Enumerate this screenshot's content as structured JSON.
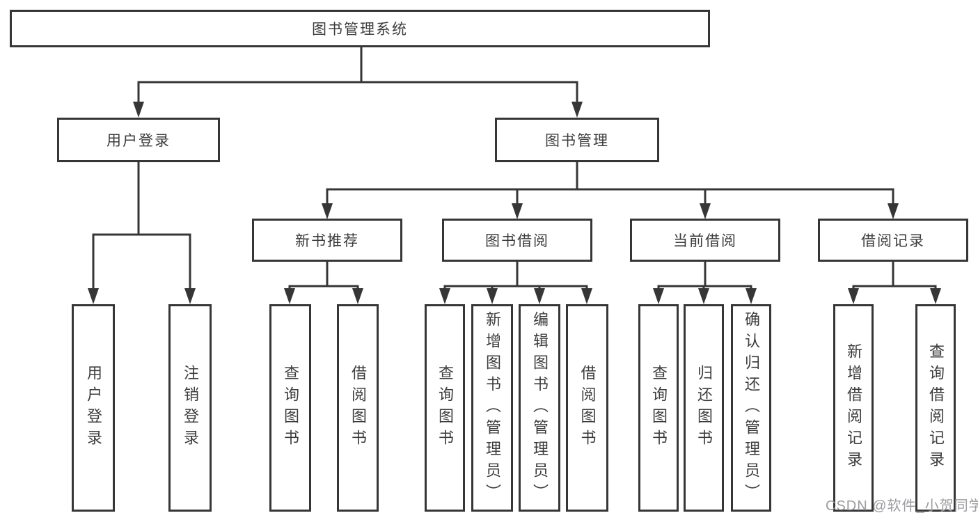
{
  "diagram": {
    "type": "tree-structure-chart",
    "colors": {
      "line": "#363636",
      "box_border": "#363636",
      "box_fill": "#ffffff",
      "text": "#3c3c3c",
      "watermark": "#9c9ca0"
    },
    "tree": {
      "label": "图书管理系统",
      "children": [
        {
          "label": "用户登录",
          "children": [
            {
              "label": "用户登录"
            },
            {
              "label": "注销登录"
            }
          ]
        },
        {
          "label": "图书管理",
          "children": [
            {
              "label": "新书推荐",
              "children": [
                {
                  "label": "查询图书"
                },
                {
                  "label": "借阅图书"
                }
              ]
            },
            {
              "label": "图书借阅",
              "children": [
                {
                  "label": "查询图书"
                },
                {
                  "label": "新增图书（管理员）"
                },
                {
                  "label": "编辑图书（管理员）"
                },
                {
                  "label": "借阅图书"
                }
              ]
            },
            {
              "label": "当前借阅",
              "children": [
                {
                  "label": "查询图书"
                },
                {
                  "label": "归还图书"
                },
                {
                  "label": "确认归还（管理员）"
                }
              ]
            },
            {
              "label": "借阅记录",
              "children": [
                {
                  "label": "新增借阅记录"
                },
                {
                  "label": "查询借阅记录"
                }
              ]
            }
          ]
        }
      ]
    },
    "watermark": {
      "text": "CSDN @软件_小贺同学"
    }
  }
}
